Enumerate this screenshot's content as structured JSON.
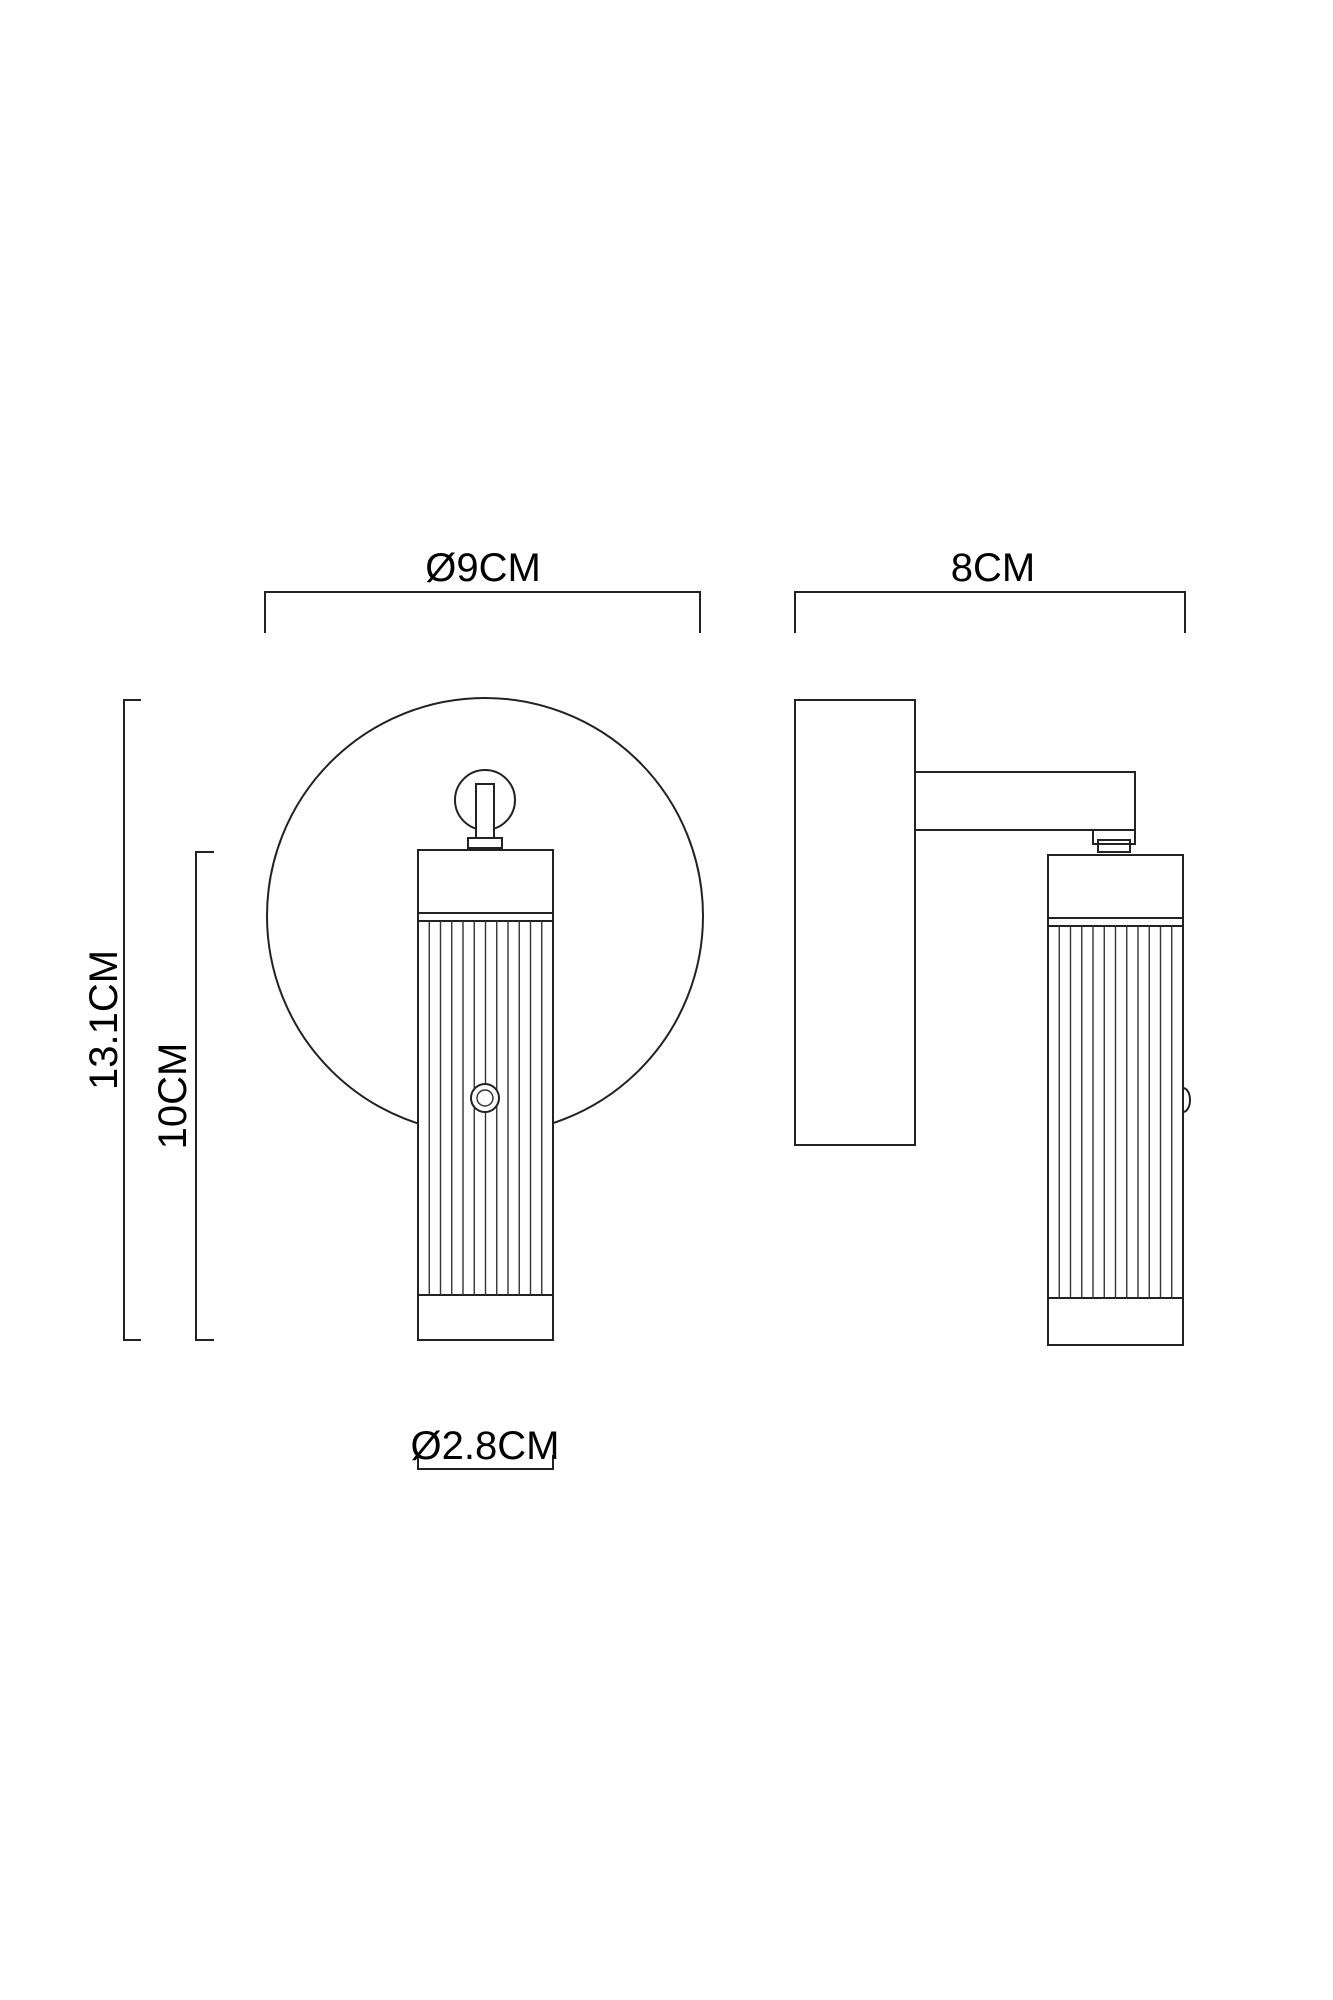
{
  "dimensions": {
    "backplate_diameter": "Ø9CM",
    "projection": "8CM",
    "total_height": "13.1CM",
    "shade_height": "10CM",
    "shade_diameter": "Ø2.8CM"
  },
  "colors": {
    "line": "#222222",
    "background": "#ffffff"
  }
}
